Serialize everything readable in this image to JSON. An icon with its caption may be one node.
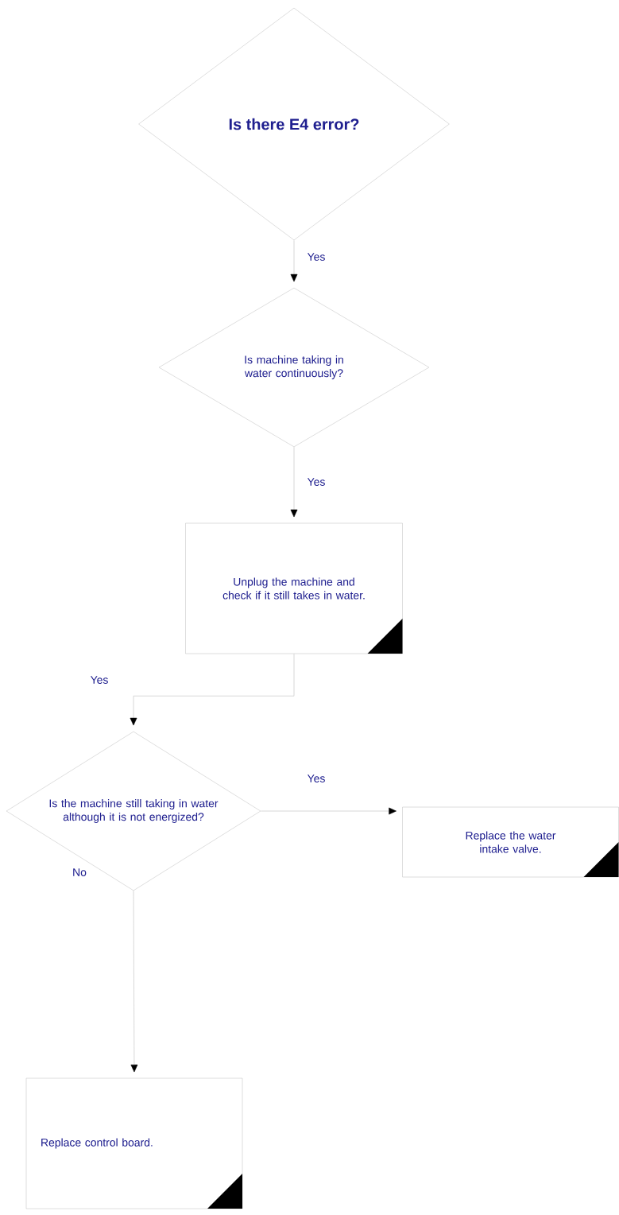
{
  "diagram": {
    "nodes": [
      {
        "text": [
          "Is there E4 error?"
        ]
      },
      {
        "text": [
          "Is machine taking in water continuously?"
        ]
      },
      {
        "text": [
          "Unplug the machine and check if it still takes in water."
        ]
      },
      {
        "text": [
          "Is the machine still taking in water although it is not energized?"
        ]
      },
      {
        "text": [
          "Replace the water intake valve."
        ]
      },
      {
        "text": [
          "Replace control board."
        ]
      }
    ],
    "edges": [
      {
        "from": 0,
        "to": 1,
        "arrow": "to",
        "label": "Yes"
      },
      {
        "from": 1,
        "to": 2,
        "arrow": "to",
        "label": "Yes"
      },
      {
        "from": 2,
        "to": 3,
        "arrow": "to",
        "label": "Yes"
      },
      {
        "from": 3,
        "to": 4,
        "arrow": "to",
        "label": "Yes"
      },
      {
        "from": 3,
        "to": 5,
        "arrow": "to",
        "label": "No"
      }
    ]
  }
}
